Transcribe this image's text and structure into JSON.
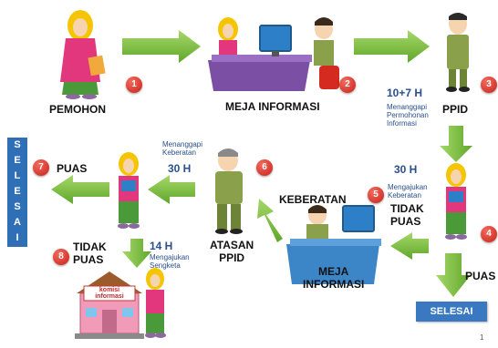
{
  "labels": {
    "pemohon": "PEMOHON",
    "meja_informasi": "MEJA INFORMASI",
    "ppid": "PPID",
    "duration_ppid": "10+7 H",
    "note_ppid_1": "Menanggapi",
    "note_ppid_2": "Permohonan",
    "note_ppid_3": "Informasi",
    "duration_keberatan_submit": "30 H",
    "note_submit_1": "Mengajukan",
    "note_submit_2": "Keberatan",
    "tidak_puas_1": "TIDAK",
    "tidak_puas_2": "PUAS",
    "puas_right": "PUAS",
    "selesai_right": "SELESAI",
    "keberatan": "KEBERATAN",
    "meja_informasi_2a": "MEJA",
    "meja_informasi_2b": "INFORMASI",
    "atasan_ppid_1": "ATASAN",
    "atasan_ppid_2": "PPID",
    "note_atasan_1": "Menanggapi",
    "note_atasan_2": "Keberatan",
    "duration_atasan": "30 H",
    "puas_left": "PUAS",
    "selesai_vertical": [
      "S",
      "E",
      "L",
      "E",
      "S",
      "A",
      "I"
    ],
    "tidak_puas_left_1": "TIDAK",
    "tidak_puas_left_2": "PUAS",
    "duration_sengketa": "14 H",
    "note_sengketa_1": "Mengajukan",
    "note_sengketa_2": "Sengketa",
    "komisi_1": "komisi",
    "komisi_2": "informasi",
    "page_number": "1"
  },
  "steps": [
    "1",
    "2",
    "3",
    "4",
    "5",
    "6",
    "7",
    "8"
  ],
  "colors": {
    "arrow_green": "#7cc242",
    "step_red": "#d42a20",
    "text_blue": "#2a4f8c",
    "box_blue": "#2f6fb5",
    "scarf_yellow": "#f4c500",
    "shirt_pink": "#e2377d",
    "uniform_khaki": "#8aa04a",
    "desk_purple": "#7b4fa3"
  }
}
